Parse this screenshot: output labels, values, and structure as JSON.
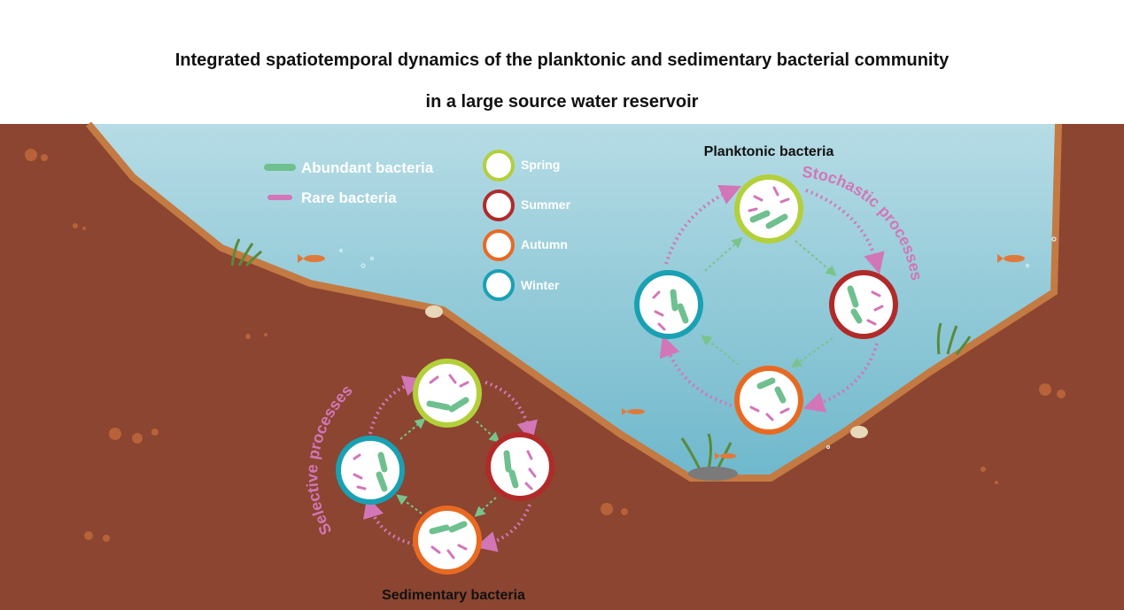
{
  "title": {
    "line1": "Integrated spatiotemporal dynamics of the planktonic and sedimentary bacterial community",
    "line2": "in a large source water reservoir"
  },
  "legend": {
    "bacteria": [
      {
        "label": "Abundant bacteria",
        "color": "#6fc08f"
      },
      {
        "label": "Rare bacteria",
        "color": "#d276b8"
      }
    ],
    "seasons": [
      {
        "label": "Spring",
        "color": "#b3cf3a"
      },
      {
        "label": "Summer",
        "color": "#b12a2a"
      },
      {
        "label": "Autumn",
        "color": "#e86a22"
      },
      {
        "label": "Winter",
        "color": "#1aa0b3"
      }
    ]
  },
  "planktonic": {
    "label": "Planktonic bacteria",
    "process": "Stochastic processes"
  },
  "sedimentary": {
    "label": "Sedimentary bacteria",
    "process": "Selective processes"
  },
  "colors": {
    "water": "#8fc9d6",
    "soil": "#8b4530",
    "soil_edge": "#c47a43",
    "arrow": "#d276b8",
    "inner_arrow": "#78c48a"
  }
}
